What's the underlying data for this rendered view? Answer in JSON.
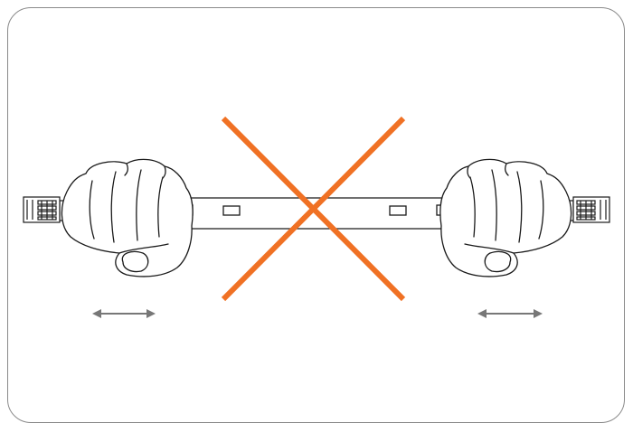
{
  "diagram": {
    "subject": "led-strip",
    "action": "pulling-apart",
    "status": "prohibited"
  },
  "colors": {
    "frame": "#8a8a8a",
    "line": "#1a1a1a",
    "prohibited_mark": "#f07124",
    "arrows": "#777777"
  },
  "icons": [
    "left-hand-icon",
    "right-hand-icon",
    "led-strip-icon",
    "connector-icon",
    "prohibited-cross-icon",
    "double-arrow-icon"
  ]
}
